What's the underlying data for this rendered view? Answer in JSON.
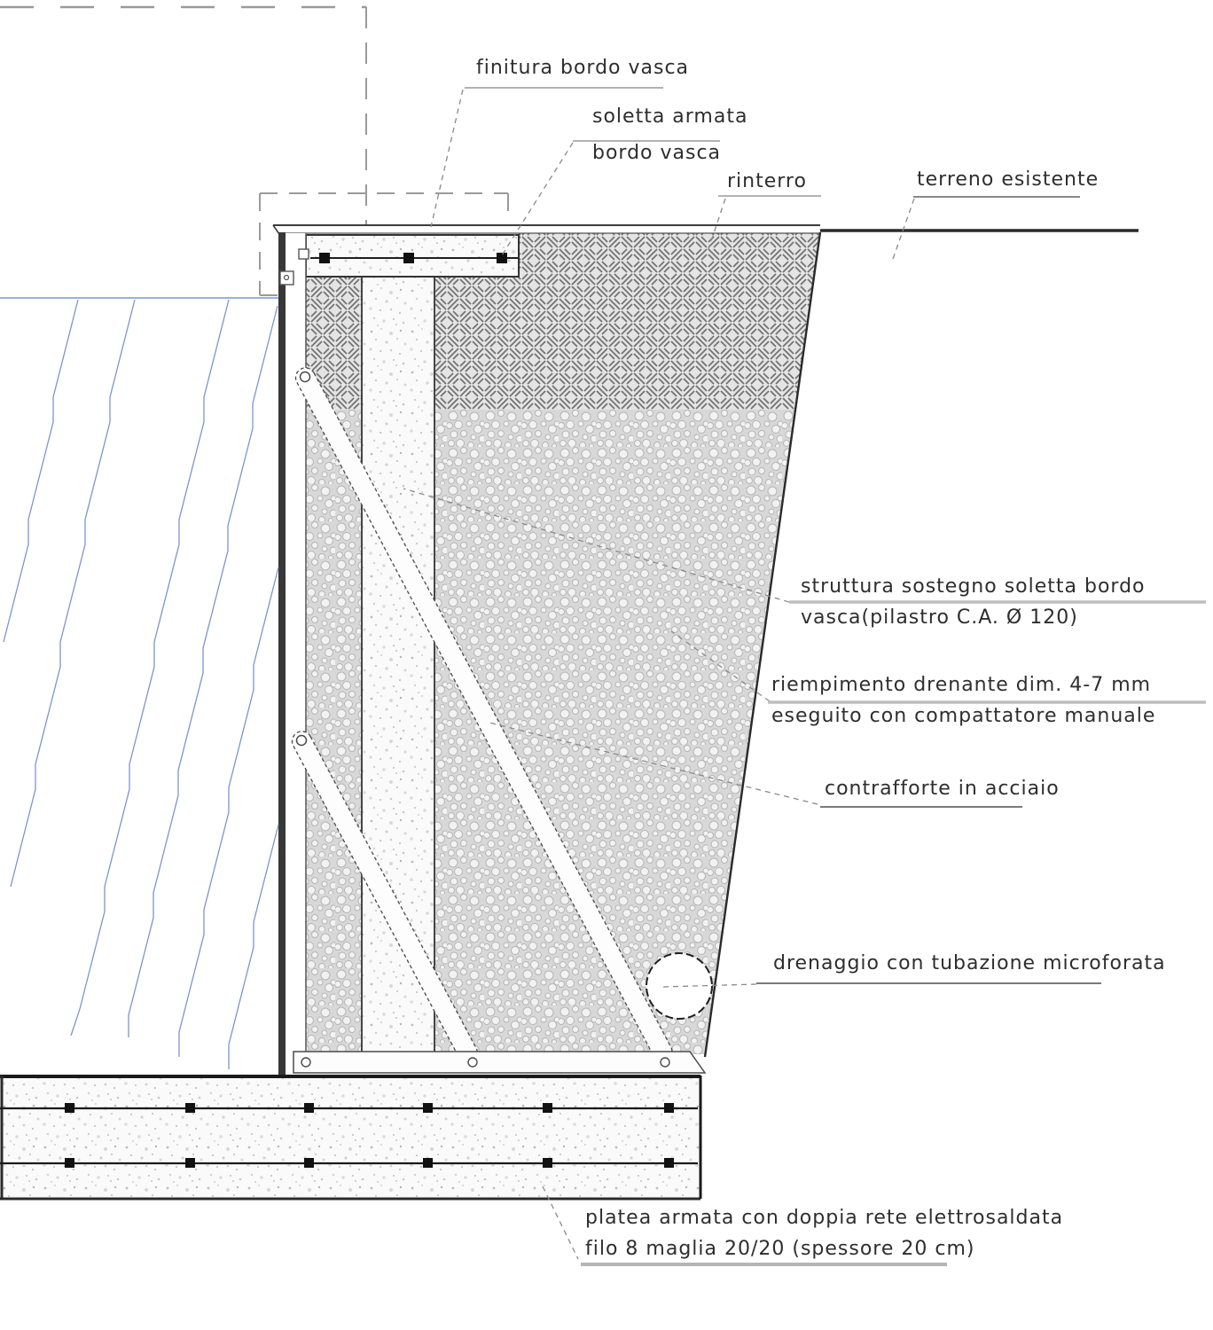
{
  "drawing": {
    "title_context": "pool edge retaining detail section",
    "labels": {
      "finitura": "finitura bordo vasca",
      "soletta1": "soletta armata",
      "soletta2": "bordo vasca",
      "rinterro": "rinterro",
      "terreno": "terreno esistente",
      "struttura1": "struttura sostegno soletta bordo",
      "struttura2": "vasca(pilastro C.A. Ø 120)",
      "riempimento1": "riempimento drenante dim. 4-7 mm",
      "riempimento2": "eseguito con compattatore manuale",
      "contrafforte": "contrafforte in acciaio",
      "drenaggio": "drenaggio con tubazione microforata",
      "platea1": "platea armata con doppia rete elettrosaldata",
      "platea2": "filo 8 maglia 20/20 (spessore 20 cm)"
    },
    "colors": {
      "ink": "#2e2e2e",
      "line_dark": "#2a2a2a",
      "construction_gray": "#9a9a9a",
      "leader_gray": "#8a8a8a",
      "underline_light": "#bdbdbd",
      "water_blue": "#7b96cc",
      "hatch_gray": "#707070",
      "gravel_bg": "#d8d8d8",
      "stipple_bg": "#fafafa"
    }
  }
}
